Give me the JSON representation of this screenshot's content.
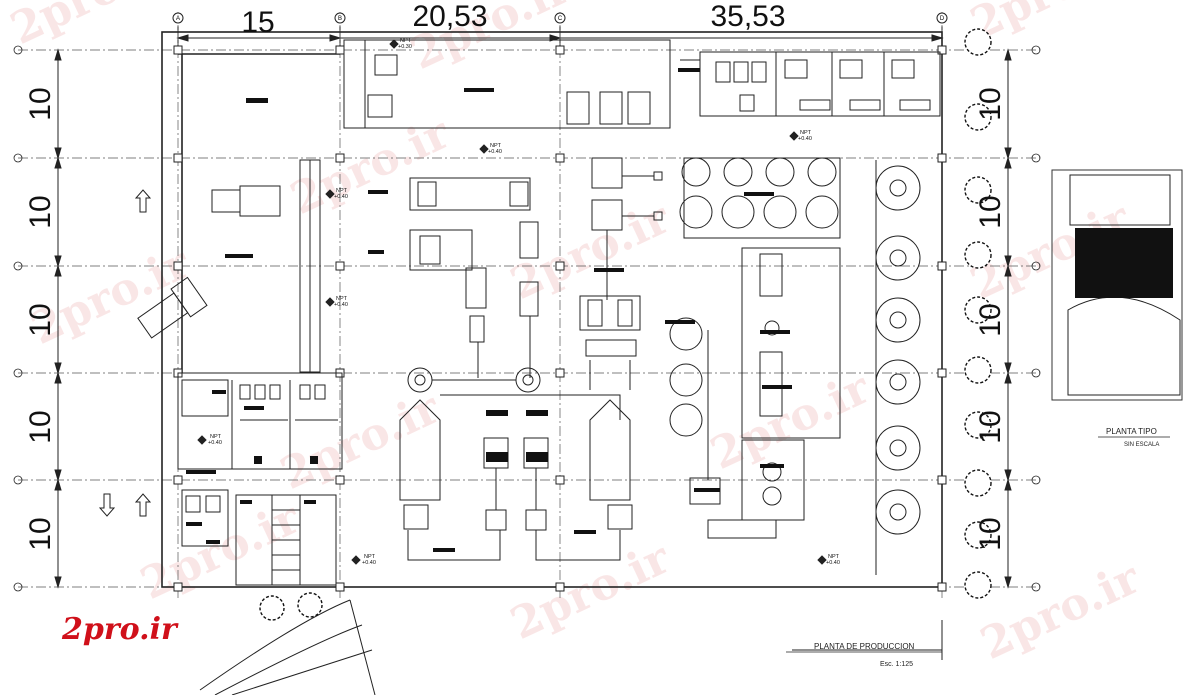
{
  "dimensions": {
    "top": [
      "15",
      "20,53",
      "35,53"
    ],
    "left": [
      "10",
      "10",
      "10",
      "10",
      "10"
    ],
    "right": [
      "10",
      "10",
      "10",
      "10",
      "10"
    ]
  },
  "grid_bubbles_top": [
    "A",
    "B",
    "C",
    "D"
  ],
  "levels": {
    "npt_label": "NPT",
    "values": [
      "+0.30",
      "+0.40",
      "+0.40",
      "+0.40",
      "+0.40",
      "+0.40",
      "+0.40",
      "+0.40"
    ]
  },
  "inset": {
    "title": "PLANTA TIPO",
    "subtitle": "SIN ESCALA"
  },
  "main_title": {
    "title": "PLANTA DE PRODUCCION",
    "scale": "Esc. 1:125"
  },
  "watermark": {
    "brand": "2pro.ir",
    "repeat": "2pro.ir"
  },
  "colors": {
    "lines": "#222222",
    "brand": "#d0101a",
    "watermark": "#e06a6a",
    "inset_fill": "#111111"
  }
}
